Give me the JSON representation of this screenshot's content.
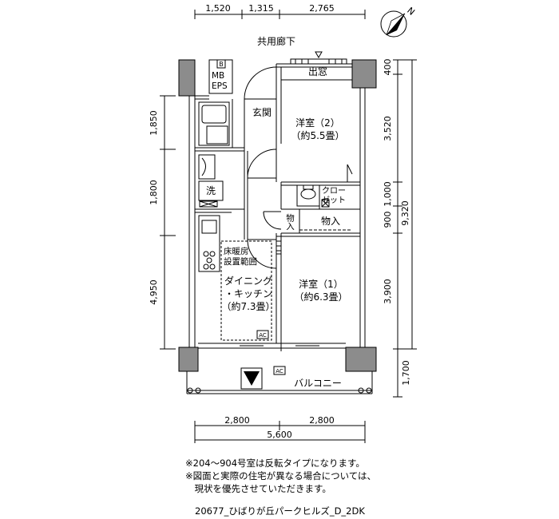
{
  "dims": {
    "top": [
      "1,520",
      "1,315",
      "2,765"
    ],
    "left": [
      "1,850",
      "1,800",
      "4,950"
    ],
    "right": [
      "400",
      "3,520",
      "1,000",
      "900",
      "3,900",
      "1,700"
    ],
    "right_total": "9,320",
    "bottom": [
      "2,800",
      "2,800"
    ],
    "bottom_total": "5,600"
  },
  "labels": {
    "corridor": "共用廊下",
    "window_out": "出窓",
    "mb": "MB",
    "eps": "EPS",
    "b": "B",
    "genkan": "玄関",
    "western2_name": "洋室（2）",
    "western2_size": "（約5.5畳）",
    "closet_l1": "クロー",
    "closet_l2": "ゼット",
    "wash": "洗",
    "storage_small": "物入",
    "storage": "物入",
    "floor_heat_l1": "床暖房",
    "floor_heat_l2": "設置範囲",
    "dk_l1": "ダイニング",
    "dk_l2": "・キッチン",
    "dk_l3": "（約7.3畳）",
    "western1_name": "洋室（1）",
    "western1_size": "（約6.3畳）",
    "ac_indoor": "AC",
    "ac_outdoor": "AC",
    "balcony": "バルコニー",
    "compass_n": "N"
  },
  "notes": [
    "※204〜904号室は反転タイプになります。",
    "※図面と実際の住宅が異なる場合については、",
    "　現状を優先させていただきます。"
  ],
  "code": "20677_ひばりが丘パークヒルズ_D_2DK"
}
